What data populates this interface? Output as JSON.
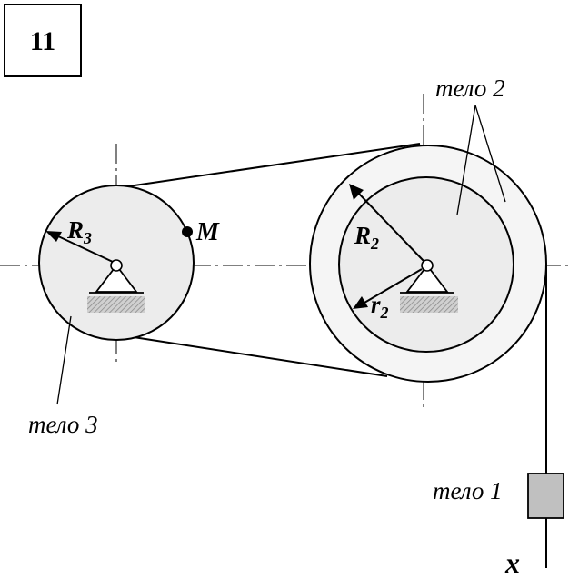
{
  "problem_number": "11",
  "labels": {
    "body1": "тело 1",
    "body2": "тело 2",
    "body3": "тело 3",
    "point_m": "M",
    "axis_x": "x",
    "R3": {
      "main": "R",
      "sub": "3"
    },
    "R2": {
      "main": "R",
      "sub": "2"
    },
    "r2": {
      "main": "r",
      "sub": "2"
    }
  },
  "colors": {
    "line": "#000000",
    "pulley_fill": "#efefef",
    "inner_fill": "#f7f7f7",
    "block_fill": "#c0c0c0",
    "support_hatch": "#9a9a9a"
  }
}
